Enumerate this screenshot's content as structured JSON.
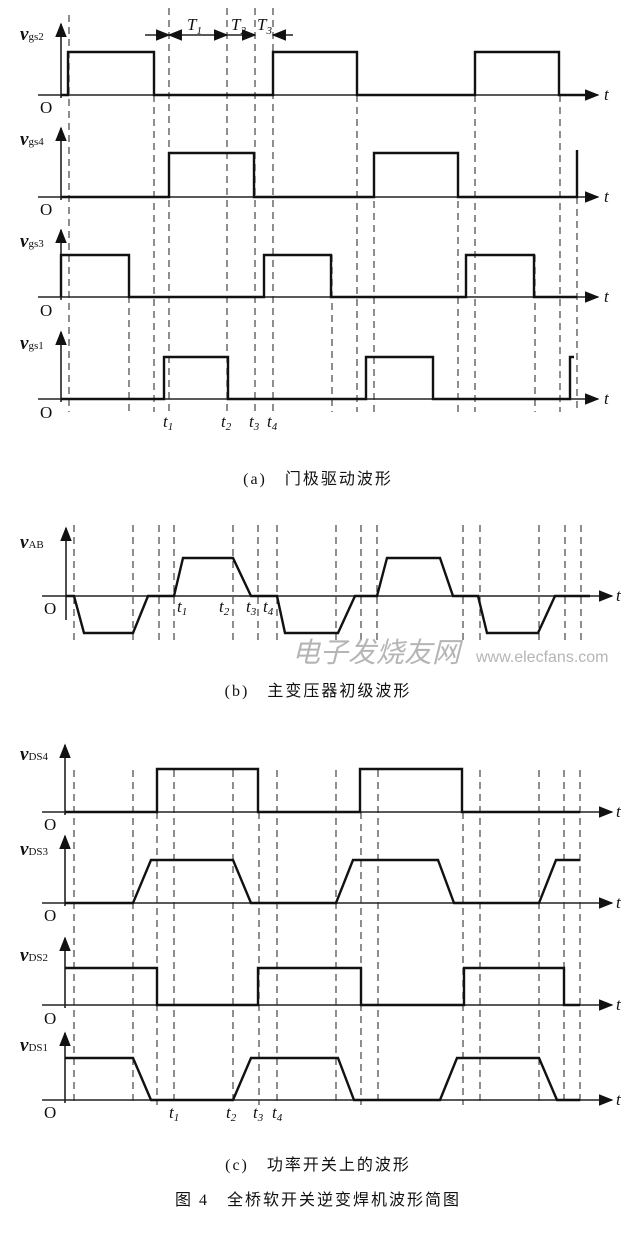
{
  "panel_a": {
    "signals": [
      {
        "sym": "v",
        "sub": "gs2"
      },
      {
        "sym": "v",
        "sub": "gs4"
      },
      {
        "sym": "v",
        "sub": "gs3"
      },
      {
        "sym": "v",
        "sub": "gs1"
      }
    ],
    "intervals": [
      {
        "sym": "T",
        "sub": "1"
      },
      {
        "sym": "T",
        "sub": "2"
      },
      {
        "sym": "T",
        "sub": "3"
      }
    ],
    "caption": "(a)　门极驱动波形"
  },
  "panel_b": {
    "signals": [
      {
        "sym": "v",
        "sub": "AB"
      }
    ],
    "caption": "(b)　主变压器初级波形"
  },
  "panel_c": {
    "signals": [
      {
        "sym": "v",
        "sub": "DS4"
      },
      {
        "sym": "v",
        "sub": "DS3"
      },
      {
        "sym": "v",
        "sub": "DS2"
      },
      {
        "sym": "v",
        "sub": "DS1"
      }
    ],
    "caption": "(c)　功率开关上的波形"
  },
  "time_marks": [
    {
      "sym": "t",
      "sub": "1"
    },
    {
      "sym": "t",
      "sub": "2"
    },
    {
      "sym": "t",
      "sub": "3"
    },
    {
      "sym": "t",
      "sub": "4"
    }
  ],
  "origin_label": "O",
  "time_axis_label": "t",
  "figure_title": "图 4　全桥软开关逆变焊机波形简图",
  "watermark": {
    "cn": "电子发烧友网",
    "url": "www.elecfans.com"
  }
}
